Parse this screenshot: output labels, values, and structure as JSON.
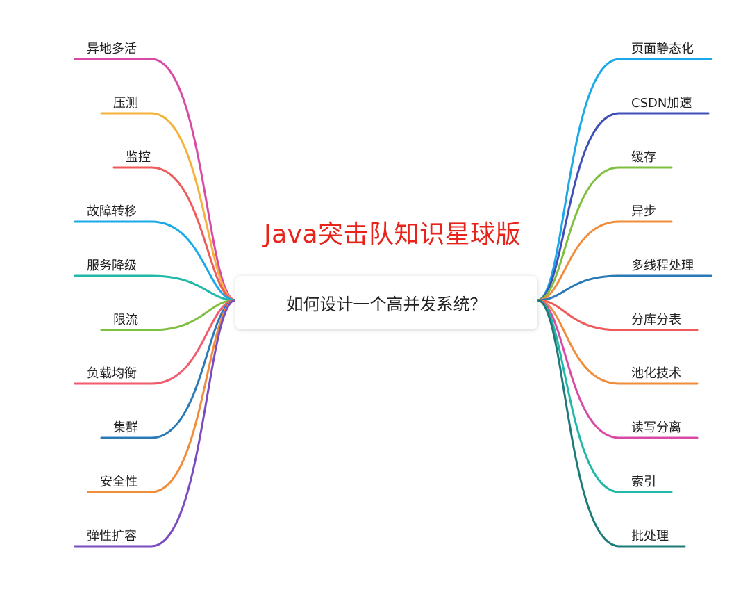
{
  "central_topic": "如何设计一个高并发系统？",
  "watermark": "Java突击队知识星球版",
  "left_branches": [
    {
      "label": "异地多活",
      "color": "#d94aa6"
    },
    {
      "label": "压测",
      "color": "#f4b23a"
    },
    {
      "label": "监控",
      "color": "#f05a5a"
    },
    {
      "label": "故障转移",
      "color": "#1aa9e8"
    },
    {
      "label": "服务降级",
      "color": "#22b8a8"
    },
    {
      "label": "限流",
      "color": "#7fbf3f"
    },
    {
      "label": "负载均衡",
      "color": "#f15b6c"
    },
    {
      "label": "集群",
      "color": "#2a7ab8"
    },
    {
      "label": "安全性",
      "color": "#f08c3a"
    },
    {
      "label": "弹性扩容",
      "color": "#7b4bc2"
    }
  ],
  "right_branches": [
    {
      "label": "页面静态化",
      "color": "#1aa9e8"
    },
    {
      "label": "CSDN加速",
      "color": "#3f4fb8"
    },
    {
      "label": "缓存",
      "color": "#7fbf3f"
    },
    {
      "label": "异步",
      "color": "#f08c3a"
    },
    {
      "label": "多线程处理",
      "color": "#2a7ab8"
    },
    {
      "label": "分库分表",
      "color": "#f05a5a"
    },
    {
      "label": "池化技术",
      "color": "#f08c3a"
    },
    {
      "label": "读写分离",
      "color": "#d94aa6"
    },
    {
      "label": "索引",
      "color": "#22b8a8"
    },
    {
      "label": "批处理",
      "color": "#1f7a7a"
    }
  ]
}
